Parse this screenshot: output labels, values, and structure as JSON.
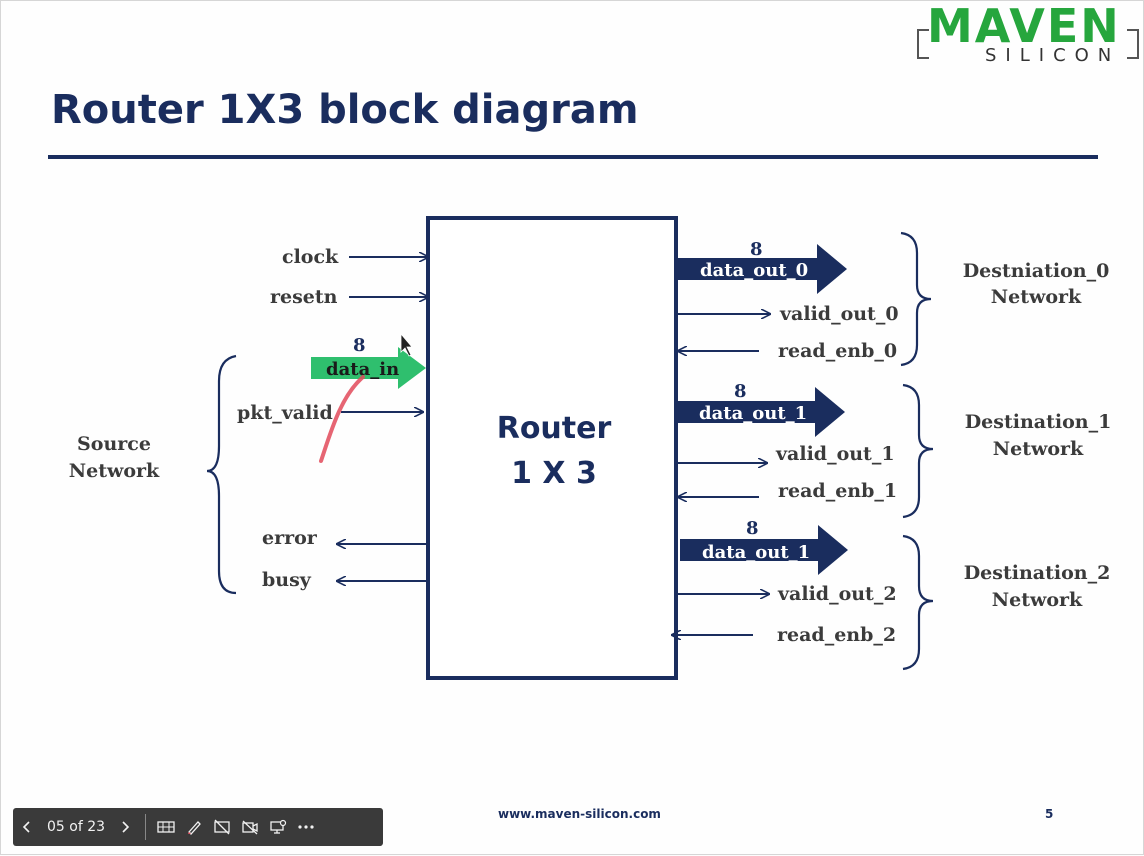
{
  "slide": {
    "title": "Router 1X3 block diagram",
    "logo_main": "MAVEN",
    "logo_sub": "SILICON",
    "footer_url": "www.maven-silicon.com",
    "page_number": "5"
  },
  "diagram": {
    "router_line1": "Router",
    "router_line2": "1 X 3",
    "inputs": {
      "clock": "clock",
      "resetn": "resetn",
      "data_in_width": "8",
      "data_in": "data_in",
      "pkt_valid": "pkt_valid"
    },
    "outputs_left": {
      "error": "error",
      "busy": "busy"
    },
    "source_network": [
      "Source",
      "Network"
    ],
    "dest0": {
      "width": "8",
      "data_out": "data_out_0",
      "valid_out": "valid_out_0",
      "read_enb": "read_enb_0",
      "network": [
        "Destniation_0",
        "Network"
      ]
    },
    "dest1": {
      "width": "8",
      "data_out": "data_out_1",
      "valid_out": "valid_out_1",
      "read_enb": "read_enb_1",
      "network": [
        "Destination_1",
        "Network"
      ]
    },
    "dest2": {
      "width": "8",
      "data_out": "data_out_1",
      "valid_out": "valid_out_2",
      "read_enb": "read_enb_2",
      "network": [
        "Destination_2",
        "Network"
      ]
    }
  },
  "toolbar": {
    "page_indicator": "05 of 23"
  },
  "colors": {
    "navy": "#1a2d5e",
    "green_highlight": "#2fbf6e",
    "logo_green": "#26a63d",
    "annotation_red": "#e24a5a"
  }
}
